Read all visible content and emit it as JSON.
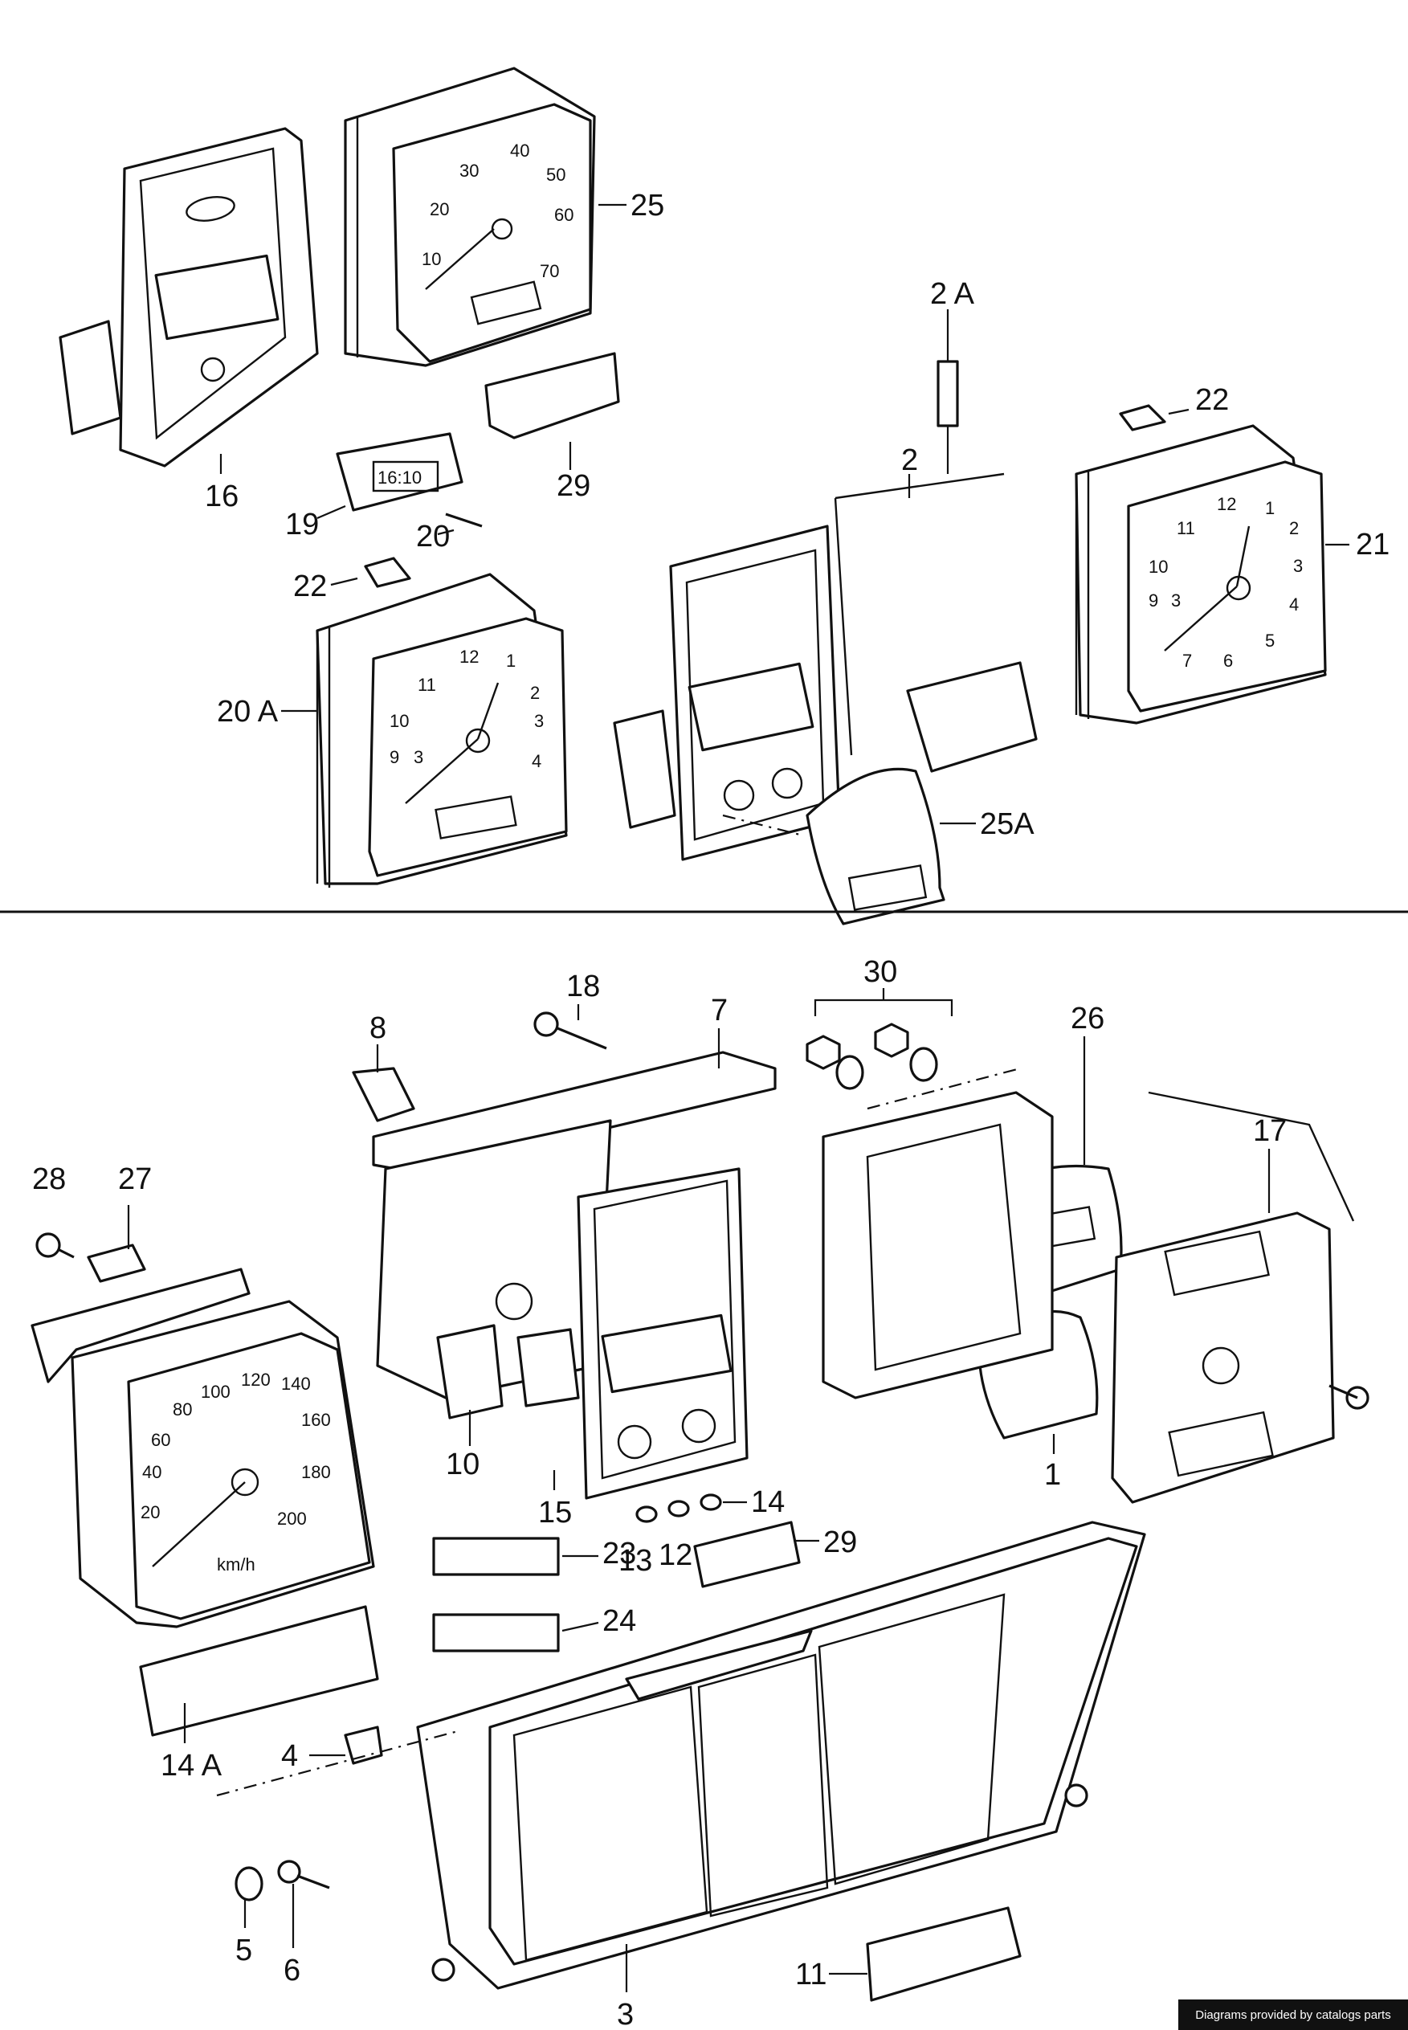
{
  "callouts": {
    "c25": "25",
    "c2a": "2 A",
    "c22a": "22",
    "c21": "21",
    "c16": "16",
    "c19": "19",
    "c29a": "29",
    "c20": "20",
    "c2": "2",
    "c22b": "22",
    "c20a": "20 A",
    "c25a": "25A",
    "c18": "18",
    "c7": "7",
    "c30": "30",
    "c26": "26",
    "c8": "8",
    "c17": "17",
    "c28": "28",
    "c27": "27",
    "c10": "10",
    "c15": "15",
    "c1": "1",
    "c14": "14",
    "c13": "13",
    "c12": "12",
    "c29b": "29",
    "c23": "23",
    "c24": "24",
    "c14a": "14 A",
    "c4": "4",
    "c5": "5",
    "c6": "6",
    "c3": "3",
    "c11": "11"
  },
  "dials": {
    "speedo_small": [
      "10",
      "20",
      "30",
      "40",
      "50",
      "60",
      "70"
    ],
    "clock_a": [
      "12",
      "1",
      "2",
      "3",
      "4",
      "9",
      "10",
      "11"
    ],
    "clock_b": [
      "12",
      "1",
      "2",
      "3",
      "4",
      "5",
      "6",
      "7",
      "9",
      "10",
      "11"
    ],
    "speedo_large": [
      "80",
      "100",
      "120",
      "140",
      "160",
      "180",
      "200",
      "60",
      "40",
      "20"
    ],
    "speedo_large_unit": "km/h",
    "digital_display": "16:10",
    "clock_a_aux": "3",
    "clock_b_aux": "3"
  },
  "watermark": "Diagrams provided by catalogs parts"
}
